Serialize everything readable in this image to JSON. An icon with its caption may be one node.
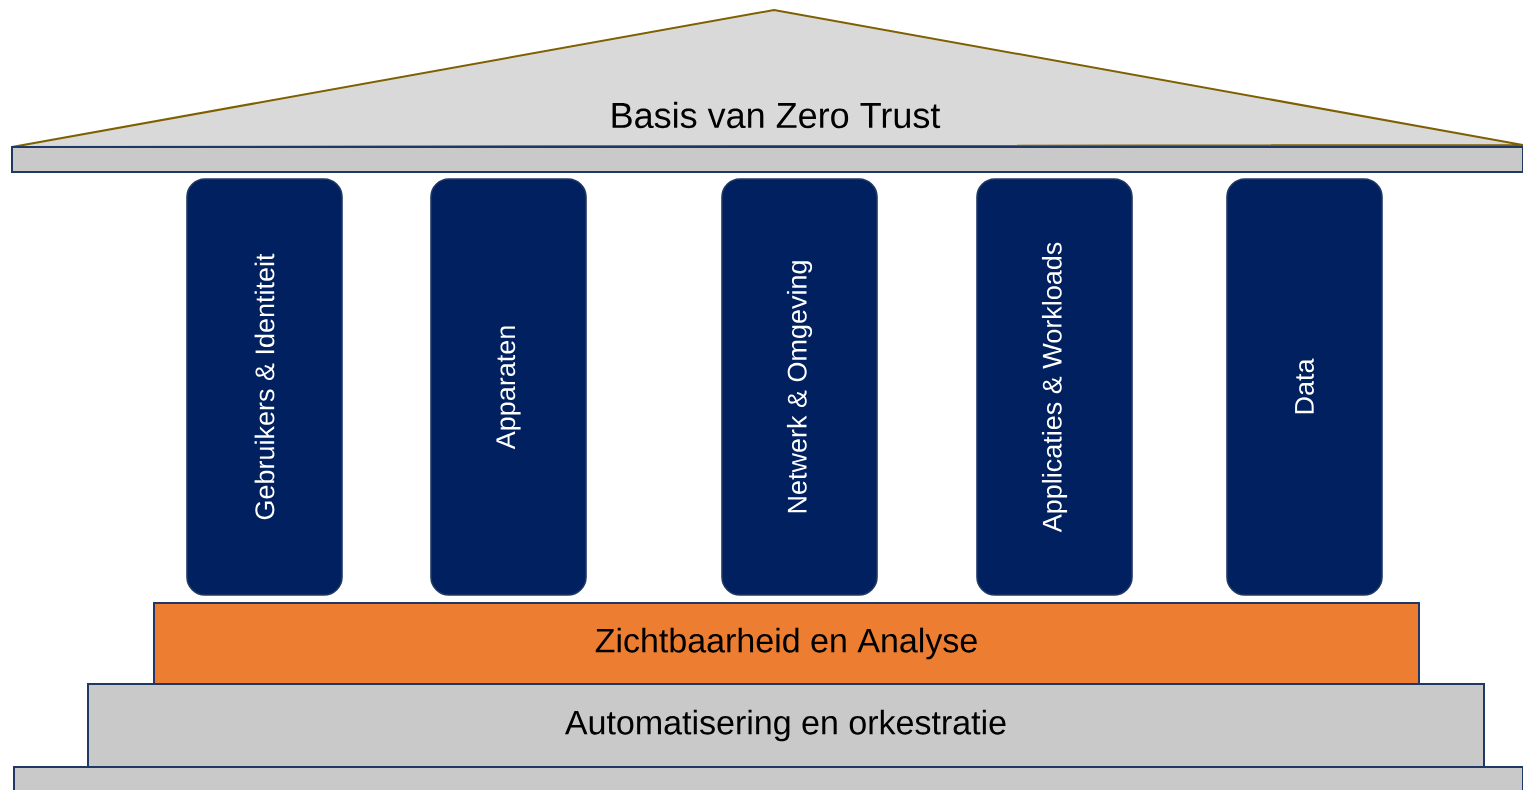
{
  "diagram": {
    "nodes": [
      {
        "text": [
          "Basis van Zero Trust"
        ]
      },
      {
        "text": [],
        "shape": "bar"
      },
      {
        "text": [
          "Gebruikers & Identiteit"
        ]
      },
      {
        "text": [
          "Apparaten"
        ]
      },
      {
        "text": [
          "Netwerk & Omgeving"
        ]
      },
      {
        "text": [
          "Applicaties & Workloads"
        ]
      },
      {
        "text": [
          "Data"
        ]
      },
      {
        "text": [
          "Zichtbaarheid en Analyse"
        ]
      },
      {
        "text": [
          "Automatisering en orkestratie"
        ]
      },
      {
        "text": [],
        "shape": "bar"
      }
    ]
  }
}
